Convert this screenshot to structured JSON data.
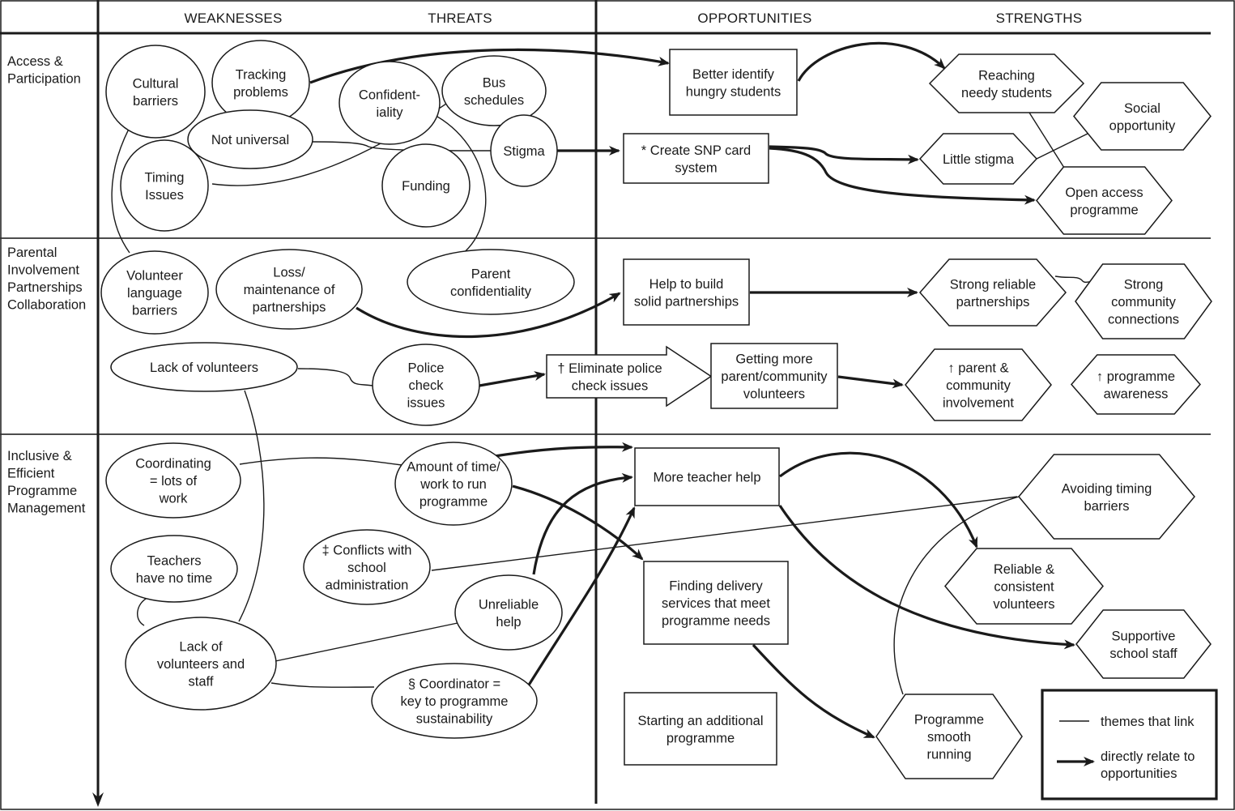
{
  "title": "SWOT thematic map of school nutrition programme",
  "colors": {
    "ink": "#1a1a1a",
    "background": "#ffffff"
  },
  "columns": [
    {
      "id": "weaknesses",
      "label": "WEAKNESSES"
    },
    {
      "id": "threats",
      "label": "THREATS"
    },
    {
      "id": "opportunities",
      "label": "OPPORTUNITIES"
    },
    {
      "id": "strengths",
      "label": "STRENGTHS"
    }
  ],
  "rows": [
    {
      "id": "access",
      "label_lines": [
        "Access &",
        "Participation"
      ]
    },
    {
      "id": "parental",
      "label_lines": [
        "Parental",
        "Involvement",
        "Partnerships",
        "Collaboration"
      ]
    },
    {
      "id": "inclusive",
      "label_lines": [
        "Inclusive &",
        "Efficient",
        "Programme",
        "Management"
      ]
    }
  ],
  "nodes": [
    {
      "id": "cultural",
      "kind": "weakness",
      "shape": "ellipse",
      "lines": [
        "Cultural",
        "barriers"
      ]
    },
    {
      "id": "tracking",
      "kind": "weakness",
      "shape": "ellipse",
      "lines": [
        "Tracking",
        "problems"
      ]
    },
    {
      "id": "confid",
      "kind": "threat",
      "shape": "ellipse",
      "lines": [
        "Confident-",
        "iality"
      ]
    },
    {
      "id": "bus",
      "kind": "threat",
      "shape": "ellipse",
      "lines": [
        "Bus",
        "schedules"
      ]
    },
    {
      "id": "notuniv",
      "kind": "weakness",
      "shape": "ellipse",
      "lines": [
        "Not universal"
      ]
    },
    {
      "id": "stigma",
      "kind": "threat",
      "shape": "ellipse",
      "lines": [
        "Stigma"
      ]
    },
    {
      "id": "timing",
      "kind": "weakness",
      "shape": "ellipse",
      "lines": [
        "Timing",
        "Issues"
      ]
    },
    {
      "id": "funding",
      "kind": "threat",
      "shape": "ellipse",
      "lines": [
        "Funding"
      ]
    },
    {
      "id": "better",
      "kind": "opportunity",
      "shape": "rect",
      "lines": [
        "Better identify",
        "hungry students"
      ]
    },
    {
      "id": "snp",
      "kind": "opportunity",
      "shape": "rect",
      "lines": [
        "* Create SNP card",
        "system"
      ]
    },
    {
      "id": "reaching",
      "kind": "strength",
      "shape": "hex",
      "lines": [
        "Reaching",
        "needy students"
      ]
    },
    {
      "id": "social",
      "kind": "strength",
      "shape": "hex",
      "lines": [
        "Social",
        "opportunity"
      ]
    },
    {
      "id": "littlestigma",
      "kind": "strength",
      "shape": "hex",
      "lines": [
        "Little stigma"
      ]
    },
    {
      "id": "openaccess",
      "kind": "strength",
      "shape": "hex",
      "lines": [
        "Open access",
        "programme"
      ]
    },
    {
      "id": "vollang",
      "kind": "weakness",
      "shape": "ellipse",
      "lines": [
        "Volunteer",
        "language",
        "barriers"
      ]
    },
    {
      "id": "loss",
      "kind": "weakness",
      "shape": "ellipse",
      "lines": [
        "Loss/",
        "maintenance of",
        "partnerships"
      ]
    },
    {
      "id": "parentconf",
      "kind": "threat",
      "shape": "ellipse",
      "lines": [
        "Parent",
        "confidentiality"
      ]
    },
    {
      "id": "lackvol",
      "kind": "weakness",
      "shape": "ellipse",
      "lines": [
        "Lack of volunteers"
      ]
    },
    {
      "id": "police",
      "kind": "threat",
      "shape": "ellipse",
      "lines": [
        "Police",
        "check",
        "issues"
      ]
    },
    {
      "id": "helpbuild",
      "kind": "opportunity",
      "shape": "rect",
      "lines": [
        "Help to build",
        "solid partnerships"
      ]
    },
    {
      "id": "eliminate",
      "kind": "opportunity",
      "shape": "arrowbox",
      "lines": [
        "† Eliminate police",
        "check issues"
      ]
    },
    {
      "id": "gettingmore",
      "kind": "opportunity",
      "shape": "rect",
      "lines": [
        "Getting more",
        "parent/community",
        "volunteers"
      ]
    },
    {
      "id": "strongrel",
      "kind": "strength",
      "shape": "hex",
      "lines": [
        "Strong reliable",
        "partnerships"
      ]
    },
    {
      "id": "strongcomm",
      "kind": "strength",
      "shape": "hex",
      "lines": [
        "Strong",
        "community",
        "connections"
      ]
    },
    {
      "id": "parentinv",
      "kind": "strength",
      "shape": "hex",
      "lines": [
        "↑ parent &",
        "community",
        "involvement"
      ]
    },
    {
      "id": "progaware",
      "kind": "strength",
      "shape": "hex",
      "lines": [
        "↑ programme",
        "awareness"
      ]
    },
    {
      "id": "coord",
      "kind": "weakness",
      "shape": "ellipse",
      "lines": [
        "Coordinating",
        "= lots of",
        "work"
      ]
    },
    {
      "id": "amount",
      "kind": "threat",
      "shape": "ellipse",
      "lines": [
        "Amount of time/",
        "work to run",
        "programme"
      ]
    },
    {
      "id": "teachers",
      "kind": "weakness",
      "shape": "ellipse",
      "lines": [
        "Teachers",
        "have no time"
      ]
    },
    {
      "id": "conflicts",
      "kind": "threat",
      "shape": "ellipse",
      "lines": [
        "‡ Conflicts with",
        "school",
        "administration"
      ]
    },
    {
      "id": "unreliable",
      "kind": "threat",
      "shape": "ellipse",
      "lines": [
        "Unreliable",
        "help"
      ]
    },
    {
      "id": "lackvolstaff",
      "kind": "weakness",
      "shape": "ellipse",
      "lines": [
        "Lack of",
        "volunteers and",
        "staff"
      ]
    },
    {
      "id": "coordkey",
      "kind": "threat",
      "shape": "ellipse",
      "lines": [
        "§ Coordinator =",
        "key to programme",
        "sustainability"
      ]
    },
    {
      "id": "moreteacher",
      "kind": "opportunity",
      "shape": "rect",
      "lines": [
        "More teacher help"
      ]
    },
    {
      "id": "finding",
      "kind": "opportunity",
      "shape": "rect",
      "lines": [
        "Finding delivery",
        "services that meet",
        "programme needs"
      ]
    },
    {
      "id": "starting",
      "kind": "opportunity",
      "shape": "rect",
      "lines": [
        "Starting an additional",
        "programme"
      ]
    },
    {
      "id": "avoiding",
      "kind": "strength",
      "shape": "hex",
      "lines": [
        "Avoiding timing",
        "barriers"
      ]
    },
    {
      "id": "reliable",
      "kind": "strength",
      "shape": "hex",
      "lines": [
        "Reliable &",
        "consistent",
        "volunteers"
      ]
    },
    {
      "id": "supportive",
      "kind": "strength",
      "shape": "hex",
      "lines": [
        "Supportive",
        "school staff"
      ]
    },
    {
      "id": "smooth",
      "kind": "strength",
      "shape": "hex",
      "lines": [
        "Programme",
        "smooth",
        "running"
      ]
    }
  ],
  "links": [
    {
      "from": "tracking",
      "to": "better",
      "type": "direct"
    },
    {
      "from": "better",
      "to": "reaching",
      "type": "direct"
    },
    {
      "from": "stigma",
      "to": "snp",
      "type": "direct"
    },
    {
      "from": "snp",
      "to": "littlestigma",
      "type": "direct"
    },
    {
      "from": "snp",
      "to": "openaccess",
      "type": "direct"
    },
    {
      "from": "notuniv",
      "to": "stigma",
      "type": "theme"
    },
    {
      "from": "timing",
      "to": "bus",
      "type": "theme"
    },
    {
      "from": "cultural",
      "to": "vollang",
      "type": "theme"
    },
    {
      "from": "confid",
      "to": "parentconf",
      "type": "theme"
    },
    {
      "from": "reaching",
      "to": "openaccess",
      "type": "theme"
    },
    {
      "from": "littlestigma",
      "to": "social",
      "type": "theme"
    },
    {
      "from": "loss",
      "to": "helpbuild",
      "type": "direct"
    },
    {
      "from": "helpbuild",
      "to": "strongrel",
      "type": "direct"
    },
    {
      "from": "strongrel",
      "to": "strongcomm",
      "type": "theme"
    },
    {
      "from": "lackvol",
      "to": "police",
      "type": "theme"
    },
    {
      "from": "police",
      "to": "eliminate",
      "type": "direct"
    },
    {
      "from": "gettingmore",
      "to": "parentinv",
      "type": "direct"
    },
    {
      "from": "lackvol",
      "to": "lackvolstaff",
      "type": "theme"
    },
    {
      "from": "coord",
      "to": "amount",
      "type": "theme"
    },
    {
      "from": "amount",
      "to": "moreteacher",
      "type": "direct"
    },
    {
      "from": "amount",
      "to": "finding",
      "type": "direct"
    },
    {
      "from": "unreliable",
      "to": "moreteacher",
      "type": "direct"
    },
    {
      "from": "coordkey",
      "to": "moreteacher",
      "type": "direct"
    },
    {
      "from": "conflicts",
      "to": "avoiding",
      "type": "theme"
    },
    {
      "from": "teachers",
      "to": "lackvolstaff",
      "type": "theme"
    },
    {
      "from": "lackvolstaff",
      "to": "unreliable",
      "type": "theme"
    },
    {
      "from": "lackvolstaff",
      "to": "coordkey",
      "type": "theme"
    },
    {
      "from": "moreteacher",
      "to": "reliable",
      "type": "direct"
    },
    {
      "from": "moreteacher",
      "to": "supportive",
      "type": "direct"
    },
    {
      "from": "finding",
      "to": "smooth",
      "type": "direct"
    },
    {
      "from": "avoiding",
      "to": "smooth",
      "type": "theme"
    }
  ],
  "legend": {
    "items": [
      {
        "type": "theme",
        "label": "themes that link"
      },
      {
        "type": "direct",
        "label_lines": [
          "directly relate to",
          "opportunities"
        ]
      }
    ]
  }
}
